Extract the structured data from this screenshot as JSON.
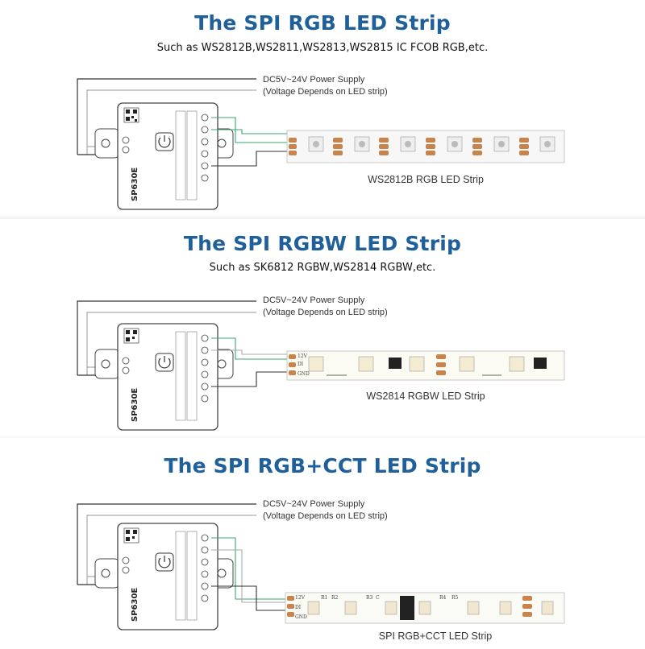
{
  "sections": [
    {
      "title": "The SPI RGB LED Strip",
      "subtitle": "Such as WS2812B,WS2811,WS2813,WS2815 IC FCOB RGB,etc.",
      "supply_line1": "DC5V~24V Power Supply",
      "supply_line2": "(Voltage Depends on LED strip)",
      "strip_label": "WS2812B RGB LED Strip",
      "controller_model": "SP630E"
    },
    {
      "title": "The SPI RGBW LED Strip",
      "subtitle": "Such as SK6812 RGBW,WS2814 RGBW,etc.",
      "supply_line1": "DC5V~24V Power Supply",
      "supply_line2": "(Voltage Depends on LED strip)",
      "strip_label": "WS2814 RGBW LED Strip",
      "controller_model": "SP630E"
    },
    {
      "title": "The SPI RGB+CCT LED Strip",
      "subtitle": "",
      "supply_line1": "DC5V~24V Power Supply",
      "supply_line2": "(Voltage Depends on LED strip)",
      "strip_label": "SPI RGB+CCT LED Strip",
      "controller_model": "SP630E"
    }
  ],
  "strip_pins": {
    "rgbw": [
      "12V",
      "DI",
      "GND"
    ],
    "cct": [
      "12V",
      "DI",
      "GND",
      "R1",
      "R2",
      "R3",
      "C",
      "R4",
      "R5"
    ]
  },
  "colors": {
    "title": "#1f5f9a",
    "pad": "#c8844c",
    "wire_green": "#3aa672",
    "wire_dark": "#333333",
    "wire_grey": "#999999"
  }
}
